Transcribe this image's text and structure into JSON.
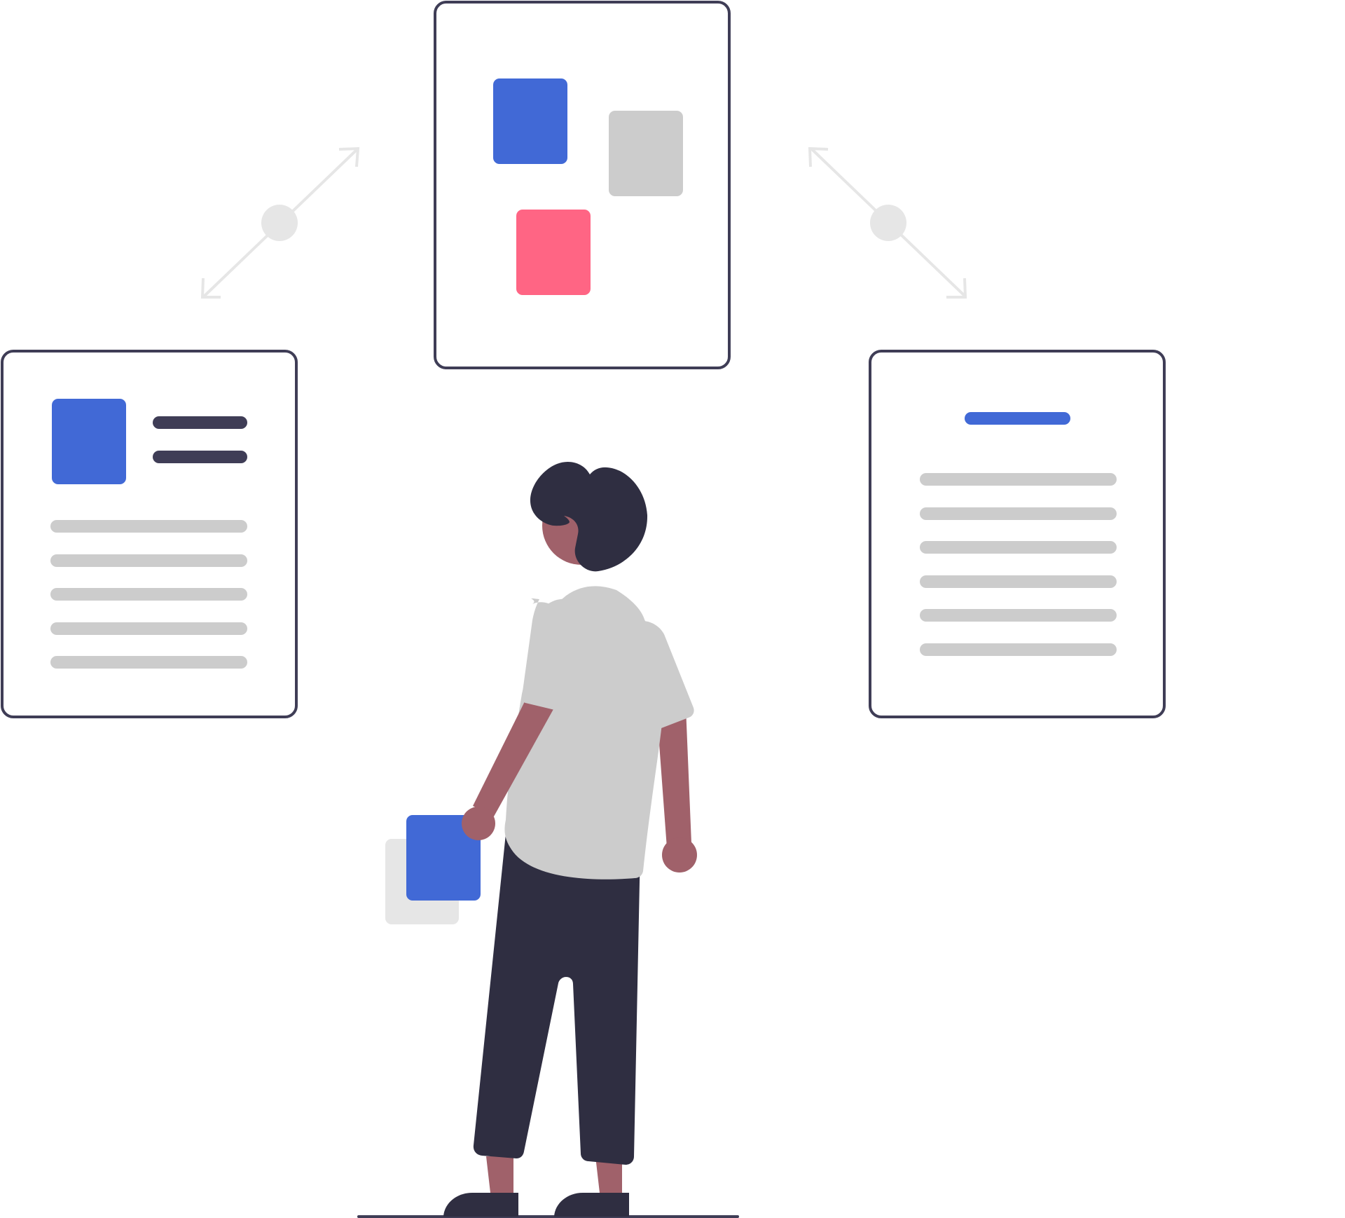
{
  "colors": {
    "outline": "#3f3d56",
    "primary": "#4169d6",
    "accent": "#ff6584",
    "neutral": "#cccccc",
    "connector": "#e6e6e6",
    "skin": "#a0616a",
    "dark": "#2f2e41",
    "shirt": "#cccccc",
    "background": "#ffffff"
  },
  "icons": {
    "connector_left": "double-arrow-icon",
    "connector_right": "double-arrow-icon"
  },
  "panels": {
    "left": {
      "kind": "document-with-image",
      "lines": 5,
      "header_bars": 2
    },
    "center": {
      "kind": "blocks",
      "blocks": [
        "primary",
        "neutral",
        "accent"
      ]
    },
    "right": {
      "kind": "text-document",
      "lines": 6,
      "title_bar": 1
    }
  }
}
